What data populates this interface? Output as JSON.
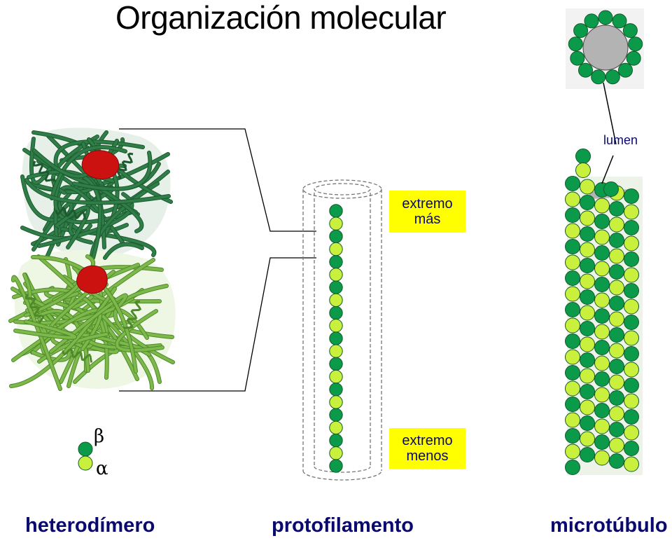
{
  "title": "Organización molecular",
  "labels": {
    "heterodimer": "heterodímero",
    "protofilament": "protofilamento",
    "microtubule": "microtúbulo",
    "lumen": "lumen",
    "plus_end_line1": "extremo",
    "plus_end_line2": "más",
    "minus_end_line1": "extremo",
    "minus_end_line2": "menos",
    "beta": "β",
    "alpha": "α"
  },
  "colors": {
    "beta_tubulin": "#0a9a4a",
    "alpha_tubulin": "#c8f03c",
    "label_text": "#0a0a6e",
    "highlight_box": "#ffff00",
    "lumen_fill": "#b3b3b3",
    "gtp_site": "#cc1111"
  }
}
